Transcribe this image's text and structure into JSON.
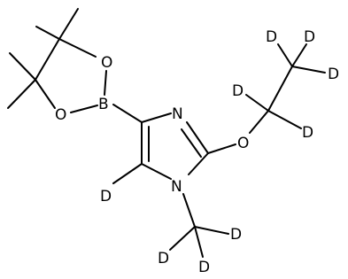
{
  "diagram": {
    "type": "chemical-structure",
    "atoms": {
      "boron": "B",
      "dioxaborolane_o_top": "O",
      "dioxaborolane_o_bottom": "O",
      "imidazole_n3": "N",
      "imidazole_n1": "N",
      "ether_o": "O",
      "ring_d": "D",
      "ethyl_ch2_d1": "D",
      "ethyl_ch2_d2": "D",
      "ethyl_ch3_d1": "D",
      "ethyl_ch3_d2": "D",
      "ethyl_ch3_d3": "D",
      "methyl_d1": "D",
      "methyl_d2": "D",
      "methyl_d3": "D"
    }
  }
}
